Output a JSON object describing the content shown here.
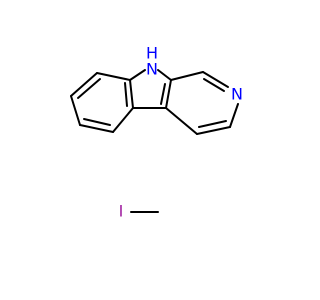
{
  "labels": {
    "nh_h": "H",
    "nh_n": "N",
    "pyridine_n": "N",
    "iodine": "I"
  },
  "colors": {
    "bond": "#000000",
    "nitrogen": "#0000ff",
    "iodine": "#a020a0",
    "background": "#ffffff"
  }
}
